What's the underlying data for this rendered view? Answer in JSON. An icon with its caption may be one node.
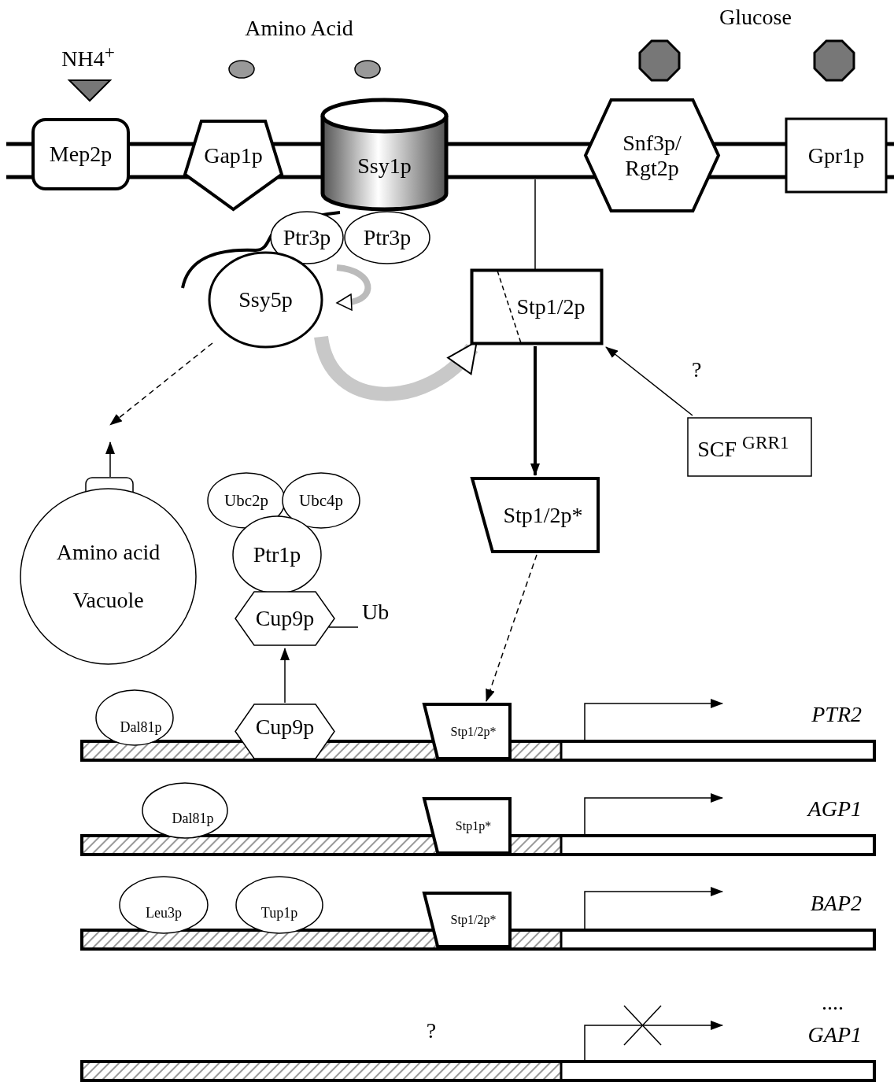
{
  "diagram": {
    "nodes": [
      {
        "text": [
          "Mep2p"
        ]
      },
      {
        "text": [
          "Gap1p"
        ]
      },
      {
        "text": [
          "Ssy1p"
        ]
      },
      {
        "text": [
          "Snf3p/ Rgt2p"
        ]
      },
      {
        "text": [
          "Gpr1p"
        ]
      },
      {
        "text": [],
        "shape": "bar"
      },
      {
        "text": [
          "Ptr3p"
        ]
      },
      {
        "text": [
          "Ptr3p"
        ]
      },
      {
        "text": [
          "Ssy5p"
        ]
      },
      {
        "text": [
          "Stp1/2p"
        ]
      },
      {
        "text": [
          "SCF $^{GRR1}$"
        ]
      },
      {
        "text": [
          "Stp1/2p*"
        ]
      },
      {
        "text": [],
        "shape": "box"
      },
      {
        "text": [
          "Amino acid Vacuole"
        ]
      },
      {
        "text": [
          "Ubc2p"
        ]
      },
      {
        "text": [
          "Ubc4p"
        ]
      },
      {
        "text": [
          "Ptr1p"
        ]
      },
      {
        "text": [
          "Cup9p"
        ],
        "beside": [
          "Ub"
        ]
      },
      {
        "text": [
          "PTR2"
        ]
      },
      {
        "text": [
          "Dal81p"
        ]
      },
      {
        "text": [
          "Cup9p"
        ]
      },
      {
        "text": [
          "Stp1/2p*"
        ]
      },
      {
        "text": [
          "AGP1"
        ]
      },
      {
        "text": [
          "Dal81p"
        ]
      },
      {
        "text": [
          "Stp1p*"
        ]
      },
      {
        "text": [
          "BAP2"
        ]
      },
      {
        "text": [
          "Leu3p"
        ]
      },
      {
        "text": [
          "Tup1p"
        ]
      },
      {
        "text": [
          "Stp1/2p*"
        ]
      },
      {
        "text": [
          "GAP1"
        ]
      }
    ],
    "edges": [
      {
        "from": 5,
        "to": 9,
        "arrow": "none"
      },
      {
        "from": 8,
        "to": 9,
        "arrow": "to",
        "style": "thick",
        "color": "#c8c8c8"
      },
      {
        "from": 9,
        "to": 11,
        "arrow": "to",
        "style": "thick"
      },
      {
        "from": 10,
        "to": 9,
        "arrow": "to",
        "label": "?"
      },
      {
        "from": 8,
        "to": null,
        "arrow": "to",
        "style": "dashed"
      },
      {
        "from": 12,
        "to": null,
        "arrow": "to"
      },
      {
        "from": 11,
        "to": 21,
        "arrow": "to",
        "style": "dashed"
      },
      {
        "from": 20,
        "to": 17,
        "arrow": "to"
      },
      {
        "from": 18,
        "to": null,
        "arrow": "to"
      },
      {
        "from": 22,
        "to": null,
        "arrow": "to"
      },
      {
        "from": 25,
        "to": null,
        "arrow": "to"
      },
      {
        "from": 29,
        "to": null,
        "arrow": "to"
      }
    ],
    "labels": [
      "NH4$^{+}$",
      "Amino Acid",
      "Glucose",
      "....",
      "?"
    ]
  }
}
